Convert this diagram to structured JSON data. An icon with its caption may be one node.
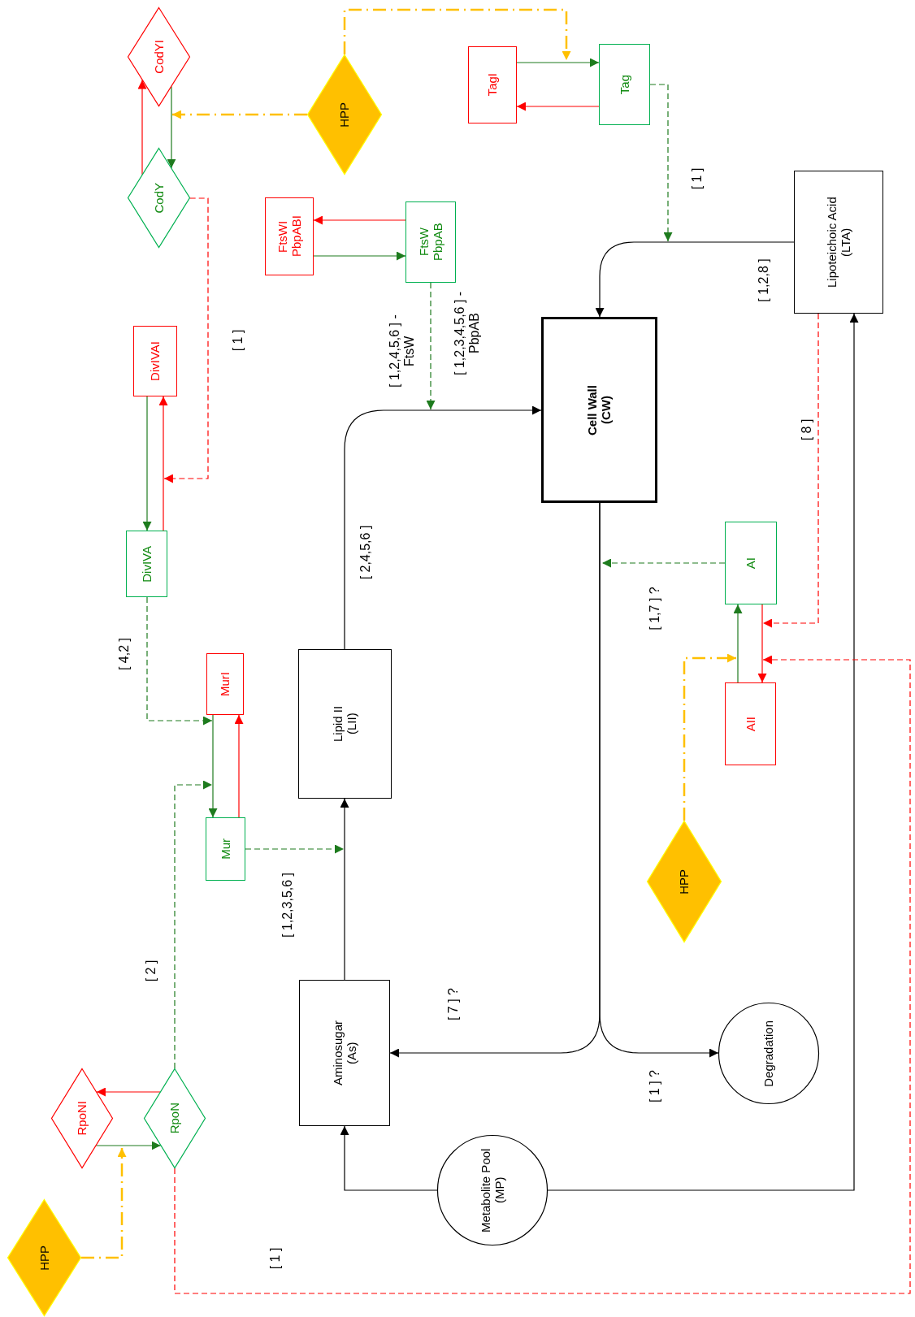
{
  "diagram": {
    "nodes": [
      {
        "text": [
          "CodYI"
        ]
      },
      {
        "text": [
          "CodY"
        ]
      },
      {
        "text": [
          "HPP"
        ]
      },
      {
        "text": [
          "FtsWI PbpABI"
        ]
      },
      {
        "text": [
          "FtsW PbpAB"
        ]
      },
      {
        "text": [
          "TagI"
        ]
      },
      {
        "text": [
          "Tag"
        ]
      },
      {
        "text": [
          "Lipoteichoic Acid (LTA)"
        ]
      },
      {
        "text": [
          "Cell Wall (CW)"
        ]
      },
      {
        "text": [
          "DivIVAI"
        ]
      },
      {
        "text": [
          "DivIVA"
        ]
      },
      {
        "text": [
          "AI"
        ]
      },
      {
        "text": [
          "MurI"
        ]
      },
      {
        "text": [
          "Mur"
        ]
      },
      {
        "text": [
          "Lipid II (LII)"
        ]
      },
      {
        "text": [
          "AII"
        ]
      },
      {
        "text": [
          "HPP"
        ]
      },
      {
        "text": [
          "Aminosugar (As)"
        ]
      },
      {
        "text": [
          "RpoNI"
        ]
      },
      {
        "text": [
          "RpoN"
        ]
      },
      {
        "text": [
          "Degradation"
        ]
      },
      {
        "text": [
          "Metabolite Pool (MP)"
        ]
      },
      {
        "text": [
          "HPP"
        ]
      }
    ],
    "edges": [
      {
        "from": 1,
        "to": 0,
        "arrow": "to",
        "color": "#ff0000"
      },
      {
        "from": 0,
        "to": 1,
        "arrow": "to"
      },
      {
        "from": 2,
        "to": 0,
        "arrow": "to",
        "style": "dashed",
        "color": "#ffc000"
      },
      {
        "from": 2,
        "to": 6,
        "arrow": "to",
        "style": "dashed",
        "color": "#ffc000"
      },
      {
        "from": 5,
        "to": 6,
        "arrow": "to"
      },
      {
        "from": 6,
        "to": 5,
        "arrow": "to",
        "color": "#ff0000"
      },
      {
        "from": 3,
        "to": 4,
        "arrow": "to"
      },
      {
        "from": 4,
        "to": 3,
        "arrow": "to",
        "color": "#ff0000"
      },
      {
        "from": 4,
        "to": null,
        "arrow": "to",
        "style": "dashed"
      },
      {
        "from": 6,
        "to": null,
        "arrow": "to",
        "style": "dashed"
      },
      {
        "from": 7,
        "to": 8,
        "arrow": "to",
        "color": "#000000"
      },
      {
        "from": 14,
        "to": 8,
        "arrow": "to",
        "color": "#000000"
      },
      {
        "from": 1,
        "to": null,
        "arrow": "to",
        "style": "dashed",
        "color": "#ff0000"
      },
      {
        "from": 9,
        "to": 10,
        "arrow": "to"
      },
      {
        "from": 10,
        "to": 9,
        "arrow": "to",
        "color": "#ff0000"
      },
      {
        "from": 10,
        "to": 12,
        "arrow": "to",
        "style": "dashed"
      },
      {
        "from": 12,
        "to": 13,
        "arrow": "to"
      },
      {
        "from": 13,
        "to": 12,
        "arrow": "to",
        "color": "#ff0000"
      },
      {
        "from": 19,
        "to": null,
        "arrow": "to",
        "style": "dashed"
      },
      {
        "from": 13,
        "to": null,
        "arrow": "to",
        "style": "dashed"
      },
      {
        "from": 17,
        "to": 14,
        "arrow": "to",
        "color": "#000000"
      },
      {
        "from": 21,
        "to": 17,
        "arrow": "to",
        "color": "#000000"
      },
      {
        "from": 21,
        "to": 7,
        "arrow": "to",
        "color": "#000000"
      },
      {
        "from": 8,
        "to": 17,
        "arrow": "to",
        "color": "#000000"
      },
      {
        "from": 8,
        "to": 20,
        "arrow": "to",
        "color": "#000000"
      },
      {
        "from": 11,
        "to": null,
        "arrow": "to",
        "style": "dashed"
      },
      {
        "from": 15,
        "to": 11,
        "arrow": "to"
      },
      {
        "from": 11,
        "to": 15,
        "arrow": "to",
        "color": "#ff0000"
      },
      {
        "from": 7,
        "to": 11,
        "arrow": "to",
        "style": "dashed",
        "color": "#ff0000"
      },
      {
        "from": 19,
        "to": 15,
        "arrow": "to",
        "style": "dashed",
        "color": "#ff0000"
      },
      {
        "from": 16,
        "to": 15,
        "arrow": "to",
        "style": "dashed",
        "color": "#ffc000"
      },
      {
        "from": 22,
        "to": 18,
        "arrow": "to",
        "style": "dashed",
        "color": "#ffc000"
      },
      {
        "from": 19,
        "to": 18,
        "arrow": "to",
        "color": "#ff0000"
      },
      {
        "from": 18,
        "to": 19,
        "arrow": "to"
      }
    ],
    "labels": [
      "[ 1 ]",
      "[ 1 ]",
      "[ 1,2,4,5,6 ] - FtsW",
      "[ 1,2,3,4,5,6 ] - PbpAB",
      "[ 1,2,8 ]",
      "[ 8 ]",
      "[ 2,4,5,6 ]",
      "[ 1,7 ] ?",
      "[ 4,2 ]",
      "[ 1,2,3,5,6 ]",
      "[ 2 ]",
      "[ 7 ] ?",
      "[ 1 ] ?",
      "[ 1 ]"
    ]
  }
}
